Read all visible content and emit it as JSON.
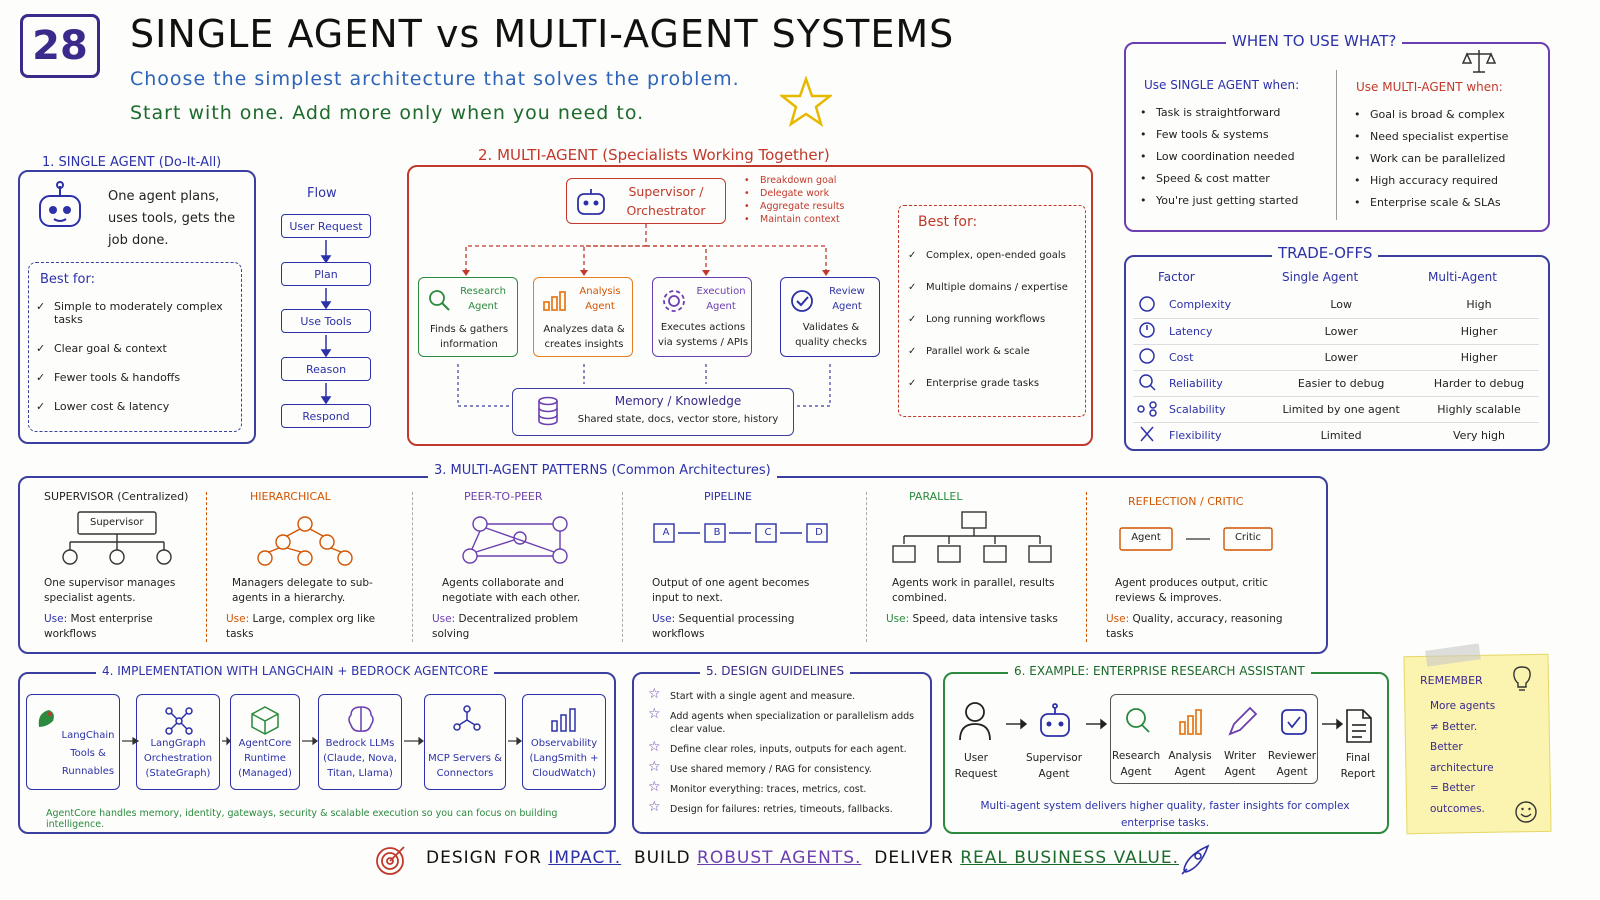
{
  "header": {
    "number": "28",
    "title": "SINGLE AGENT vs MULTI-AGENT SYSTEMS",
    "subtitle1": "Choose the simplest architecture that solves the problem.",
    "subtitle2": "Start with one. Add more only when you need to."
  },
  "single": {
    "title": "1. SINGLE AGENT (Do-It-All)",
    "desc": "One agent plans, uses tools, gets the job done.",
    "best_title": "Best for:",
    "best": [
      "Simple to moderately complex tasks",
      "Clear goal & context",
      "Fewer tools & handoffs",
      "Lower cost & latency"
    ],
    "flow_title": "Flow",
    "flow": [
      "User Request",
      "Plan",
      "Use Tools",
      "Reason",
      "Respond"
    ]
  },
  "multi": {
    "title": "2. MULTI-AGENT (Specialists Working Together)",
    "supervisor": "Supervisor / Orchestrator",
    "sup_notes": [
      "Breakdown goal",
      "Delegate work",
      "Aggregate results",
      "Maintain context"
    ],
    "agents": [
      {
        "name": "Research Agent",
        "desc": "Finds & gathers information"
      },
      {
        "name": "Analysis Agent",
        "desc": "Analyzes data & creates insights"
      },
      {
        "name": "Execution Agent",
        "desc": "Executes actions via systems / APIs"
      },
      {
        "name": "Review Agent",
        "desc": "Validates & quality checks"
      }
    ],
    "memory": "Memory / Knowledge",
    "memory_desc": "Shared state, docs, vector store, history",
    "best_title": "Best for:",
    "best": [
      "Complex, open-ended goals",
      "Multiple domains / expertise",
      "Long running workflows",
      "Parallel work & scale",
      "Enterprise grade tasks"
    ]
  },
  "when": {
    "title": "WHEN TO USE WHAT?",
    "single_title": "Use SINGLE AGENT when:",
    "single": [
      "Task is straightforward",
      "Few tools & systems",
      "Low coordination needed",
      "Speed & cost matter",
      "You're just getting started"
    ],
    "multi_title": "Use MULTI-AGENT when:",
    "multi": [
      "Goal is broad & complex",
      "Need specialist expertise",
      "Work can be parallelized",
      "High accuracy required",
      "Enterprise scale & SLAs"
    ]
  },
  "tradeoffs": {
    "title": "TRADE-OFFS",
    "headers": [
      "Factor",
      "Single Agent",
      "Multi-Agent"
    ],
    "rows": [
      [
        "Complexity",
        "Low",
        "High"
      ],
      [
        "Latency",
        "Lower",
        "Higher"
      ],
      [
        "Cost",
        "Lower",
        "Higher"
      ],
      [
        "Reliability",
        "Easier to debug",
        "Harder to debug"
      ],
      [
        "Scalability",
        "Limited by one agent",
        "Highly scalable"
      ],
      [
        "Flexibility",
        "Limited",
        "Very high"
      ]
    ]
  },
  "patterns": {
    "title": "3. MULTI-AGENT PATTERNS (Common Architectures)",
    "use": "Use:",
    "items": [
      {
        "name": "SUPERVISOR (Centralized)",
        "node": "Supervisor",
        "desc": "One supervisor manages specialist agents.",
        "use": "Most enterprise workflows"
      },
      {
        "name": "HIERARCHICAL",
        "desc": "Managers delegate to sub-agents in a hierarchy.",
        "use": "Large, complex org like tasks"
      },
      {
        "name": "PEER-TO-PEER",
        "desc": "Agents collaborate and negotiate with each other.",
        "use": "Decentralized problem solving"
      },
      {
        "name": "PIPELINE",
        "nodes": [
          "A",
          "B",
          "C",
          "D"
        ],
        "desc": "Output of one agent becomes input to next.",
        "use": "Sequential processing workflows"
      },
      {
        "name": "PARALLEL",
        "desc": "Agents work in parallel, results combined.",
        "use": "Speed, data intensive tasks"
      },
      {
        "name": "REFLECTION / CRITIC",
        "nodes": [
          "Agent",
          "Critic"
        ],
        "desc": "Agent produces output, critic reviews & improves.",
        "use": "Quality, accuracy, reasoning tasks"
      }
    ]
  },
  "impl": {
    "title": "4. IMPLEMENTATION WITH LANGCHAIN + BEDROCK AGENTCORE",
    "items": [
      "LangChain Tools & Runnables",
      "LangGraph Orchestration (StateGraph)",
      "AgentCore Runtime (Managed)",
      "Bedrock LLMs (Claude, Nova, Titan, Llama)",
      "MCP Servers & Connectors",
      "Observability (LangSmith + CloudWatch)"
    ],
    "note": "AgentCore handles memory, identity, gateways, security & scalable execution so you can focus on building intelligence."
  },
  "guidelines": {
    "title": "5. DESIGN GUIDELINES",
    "items": [
      "Start with a single agent and measure.",
      "Add agents when specialization or parallelism adds clear value.",
      "Define clear roles, inputs, outputs for each agent.",
      "Use shared memory / RAG for consistency.",
      "Monitor everything: traces, metrics, cost.",
      "Design for failures: retries, timeouts, fallbacks."
    ]
  },
  "example": {
    "title": "6. EXAMPLE: ENTERPRISE RESEARCH ASSISTANT",
    "steps": [
      "User Request",
      "Supervisor Agent",
      "Research Agent",
      "Analysis Agent",
      "Writer Agent",
      "Reviewer Agent",
      "Final Report"
    ],
    "note": "Multi-agent system delivers higher quality, faster insights for complex enterprise tasks."
  },
  "remember": {
    "title": "REMEMBER",
    "lines": [
      "More agents",
      "≠ Better.",
      "Better",
      "architecture",
      "= Better",
      "outcomes."
    ]
  },
  "footer": [
    "DESIGN FOR",
    "IMPACT.",
    "BUILD",
    "ROBUST AGENTS.",
    "DELIVER",
    "REAL BUSINESS VALUE."
  ]
}
